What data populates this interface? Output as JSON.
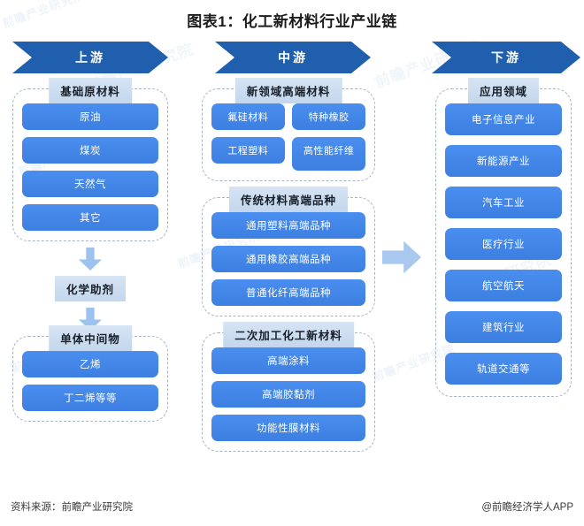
{
  "title": "图表1：化工新材料行业产业链",
  "banners": {
    "upstream": "上游",
    "midstream": "中游",
    "downstream": "下游"
  },
  "upstream": {
    "groups": [
      {
        "title": "基础原材料",
        "items": [
          "原油",
          "煤炭",
          "天然气",
          "其它"
        ]
      },
      {
        "title": "化学助剂",
        "items": []
      },
      {
        "title": "单体中间物",
        "items": [
          "乙烯",
          "丁二烯等等"
        ]
      }
    ]
  },
  "midstream": {
    "groups": [
      {
        "title": "新领域高端材料",
        "items": [
          "氟硅材料",
          "特种橡胶",
          "工程塑料",
          "高性能纤维"
        ]
      },
      {
        "title": "传统材料高端品种",
        "items": [
          "通用塑料高端品种",
          "通用橡胶高端品种",
          "普通化纤高端品种"
        ]
      },
      {
        "title": "二次加工化工新材料",
        "items": [
          "高端涂料",
          "高端胶黏剂",
          "功能性膜材料"
        ]
      }
    ]
  },
  "downstream": {
    "groups": [
      {
        "title": "应用领域",
        "items": [
          "电子信息产业",
          "新能源产业",
          "汽车工业",
          "医疗行业",
          "航空航天",
          "建筑行业",
          "轨道交通等"
        ]
      }
    ]
  },
  "footer": {
    "source": "资料来源：前瞻产业研究院",
    "credit": "@前瞻经济学人APP"
  },
  "watermarks": [
    "前瞻产业研究院",
    "前瞻产业研究院",
    "前瞻产业研究院",
    "前瞻产业研究院",
    "前瞻产业研究院",
    "前瞻产业研究院",
    "前瞻产业研究院",
    "前瞻产业研究院"
  ],
  "colors": {
    "banner": "#1F5FAD",
    "item": "#3C7FE0",
    "group_title": "#C3D6EC",
    "arrow": "#9CC2EF",
    "dashed_border": "#A9B4C2"
  }
}
